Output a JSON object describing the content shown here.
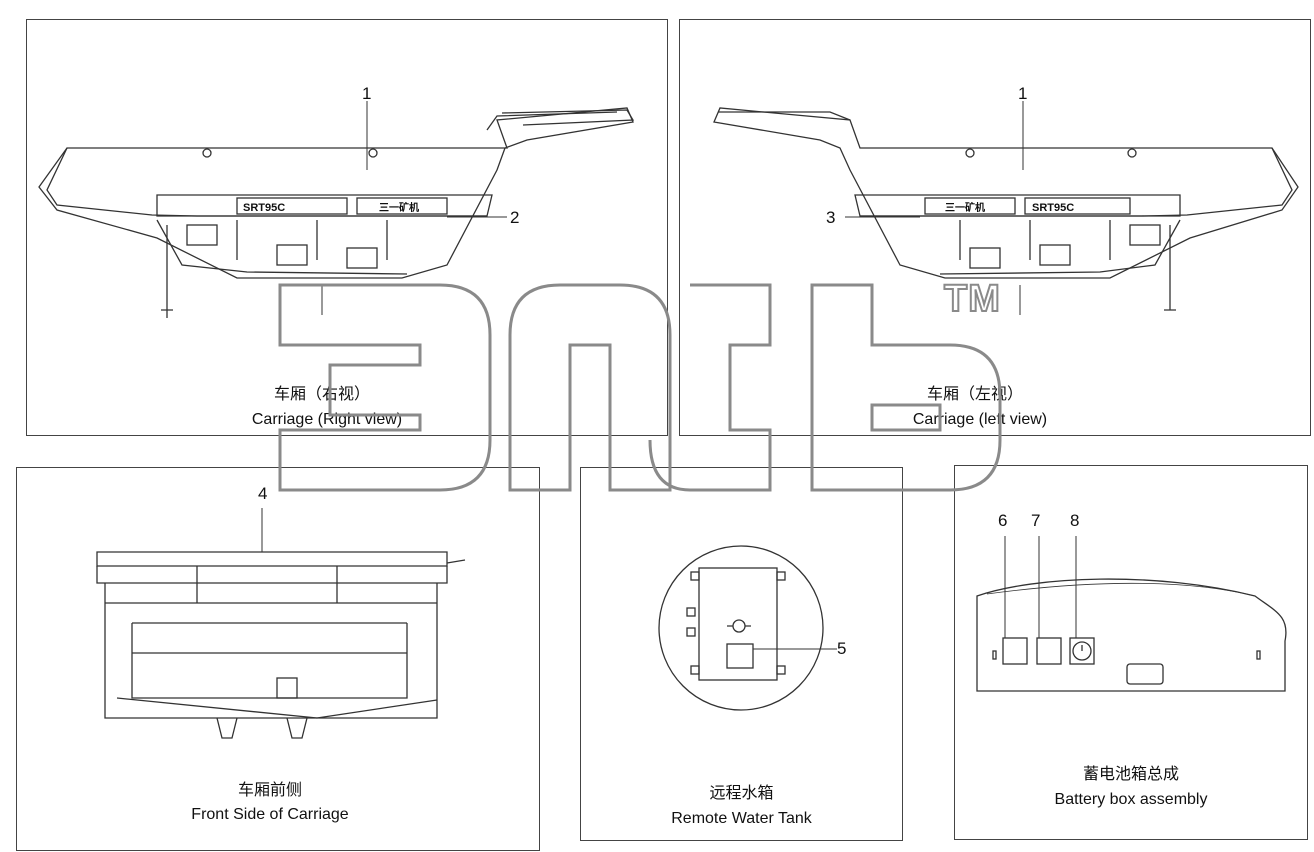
{
  "panels": {
    "right_view": {
      "title_cn": "车厢（右视）",
      "title_en": "Carriage (Right view)",
      "callouts": [
        "1",
        "2"
      ],
      "badge_model": "SRT95C",
      "badge_brand": "三一矿机"
    },
    "left_view": {
      "title_cn": "车厢（左视）",
      "title_en": "Carriage (left view)",
      "callouts": [
        "1",
        "3"
      ],
      "badge_model": "SRT95C",
      "badge_brand": "三一矿机"
    },
    "front_side": {
      "title_cn": "车厢前侧",
      "title_en": "Front Side of Carriage",
      "callouts": [
        "4"
      ]
    },
    "water_tank": {
      "title_cn": "远程水箱",
      "title_en": "Remote Water Tank",
      "callouts": [
        "5"
      ]
    },
    "battery_box": {
      "title_cn": "蓄电池箱总成",
      "title_en": "Battery box assembly",
      "callouts": [
        "6",
        "7",
        "8"
      ]
    }
  },
  "watermark": {
    "trademark": "TM"
  }
}
